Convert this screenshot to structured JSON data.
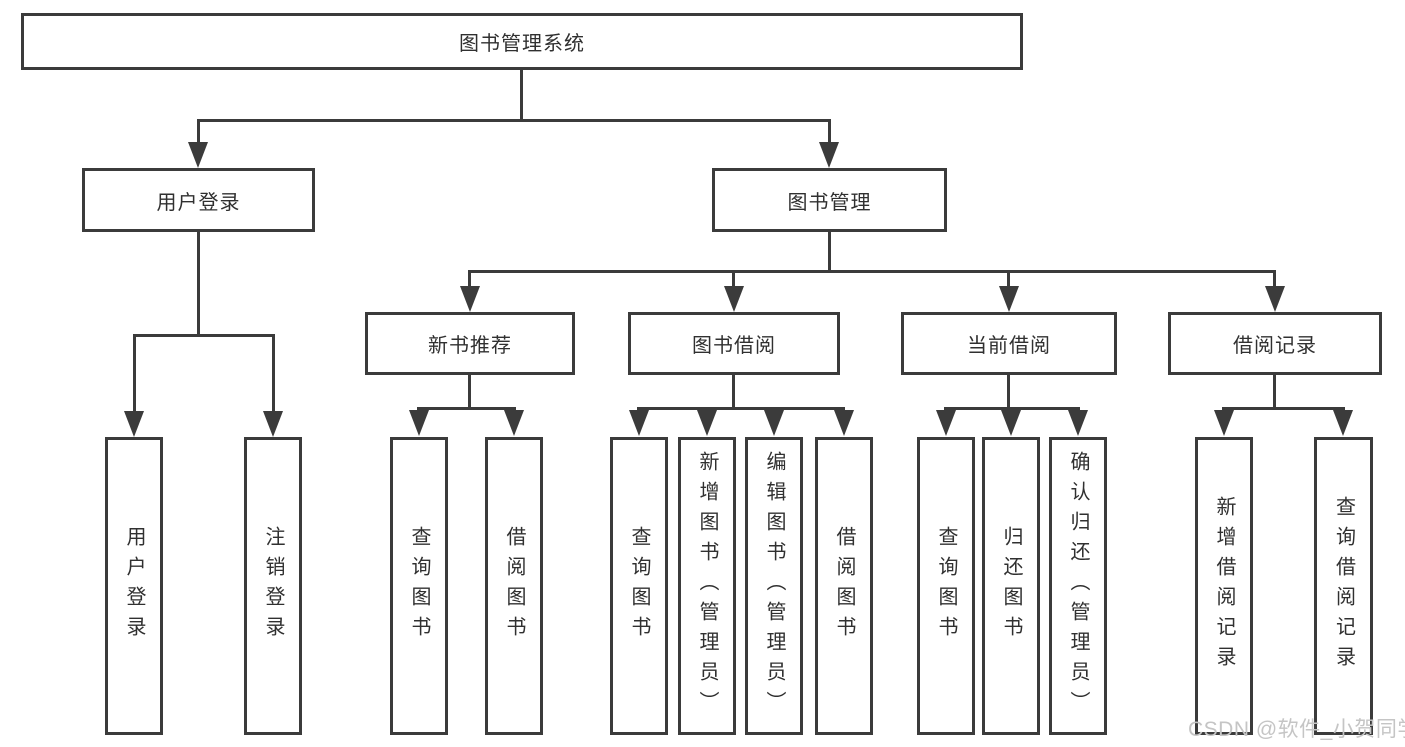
{
  "diagram": {
    "root": {
      "label": "图书管理系统"
    },
    "branches": [
      {
        "label": "用户登录",
        "children": [
          {
            "label": "用户登录"
          },
          {
            "label": "注销登录"
          }
        ]
      },
      {
        "label": "图书管理",
        "sections": [
          {
            "label": "新书推荐",
            "children": [
              {
                "label": "查询图书"
              },
              {
                "label": "借阅图书"
              }
            ]
          },
          {
            "label": "图书借阅",
            "children": [
              {
                "label": "查询图书"
              },
              {
                "label": "新增图书（管理员）"
              },
              {
                "label": "编辑图书（管理员）"
              },
              {
                "label": "借阅图书"
              }
            ]
          },
          {
            "label": "当前借阅",
            "children": [
              {
                "label": "查询图书"
              },
              {
                "label": "归还图书"
              },
              {
                "label": "确认归还（管理员）"
              }
            ]
          },
          {
            "label": "借阅记录",
            "children": [
              {
                "label": "新增借阅记录"
              },
              {
                "label": "查询借阅记录"
              }
            ]
          }
        ]
      }
    ]
  },
  "watermark": {
    "text": "CSDN @软件_小贺同学"
  },
  "colors": {
    "stroke": "#3b3b3b",
    "node_text": "#303030",
    "background": "#ffffff",
    "watermark_text": "#c5c5c5"
  }
}
